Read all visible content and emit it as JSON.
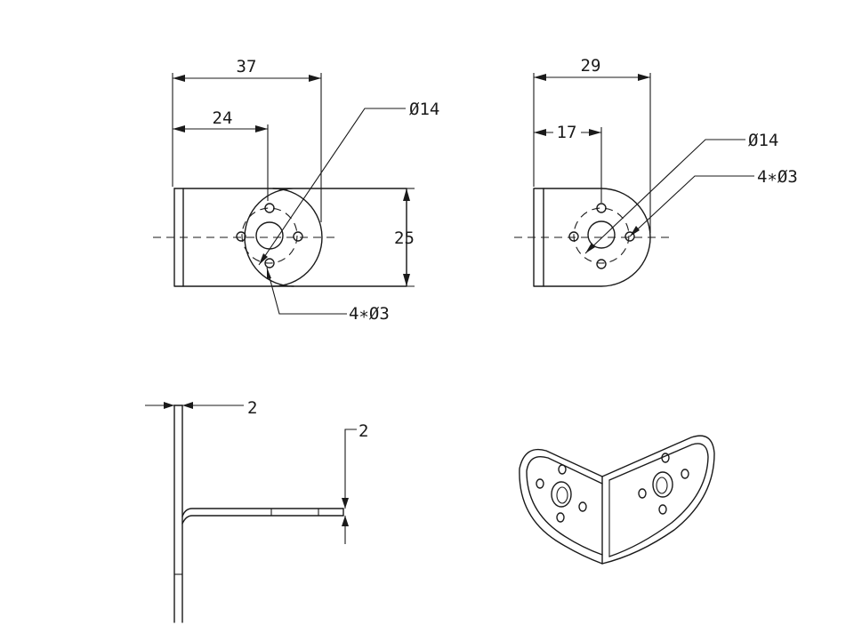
{
  "front_view": {
    "dim_overall_width": "37",
    "dim_hole_center": "24",
    "dim_height": "25",
    "dim_center_hole": "Ø14",
    "dim_small_holes": "4∗Ø3"
  },
  "side_view": {
    "dim_overall_width": "29",
    "dim_hole_center": "17",
    "dim_center_hole": "Ø14",
    "dim_small_holes": "4∗Ø3"
  },
  "profile_view": {
    "dim_vertical_thickness": "2",
    "dim_horizontal_thickness": "2"
  }
}
